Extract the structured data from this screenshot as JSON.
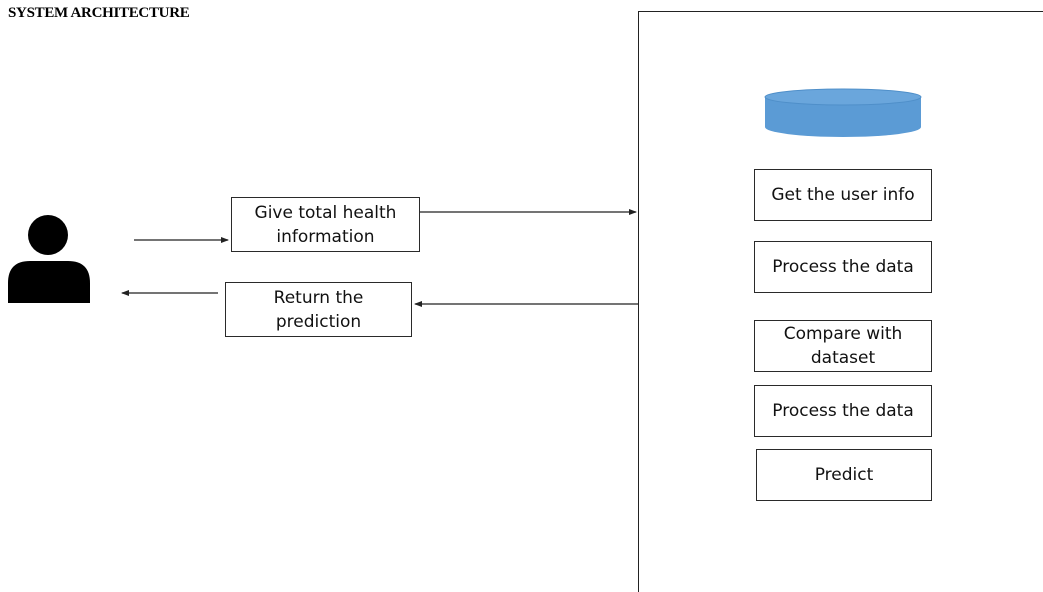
{
  "title": "SYSTEM ARCHITECTURE",
  "colors": {
    "database_fill": "#5b9bd5",
    "database_top": "#5b9bd5",
    "stroke": "#222222",
    "user_icon": "#000000"
  },
  "icons": {
    "user": "person-icon",
    "database": "database-icon"
  },
  "user_side": {
    "request_box": "Give total health\ninformation",
    "response_box": "Return the\nprediction"
  },
  "system_steps": [
    {
      "label": "Get the user info"
    },
    {
      "label": "Process the data"
    },
    {
      "label": "Compare with\ndataset"
    },
    {
      "label": "Process the data"
    },
    {
      "label": "Predict"
    }
  ]
}
